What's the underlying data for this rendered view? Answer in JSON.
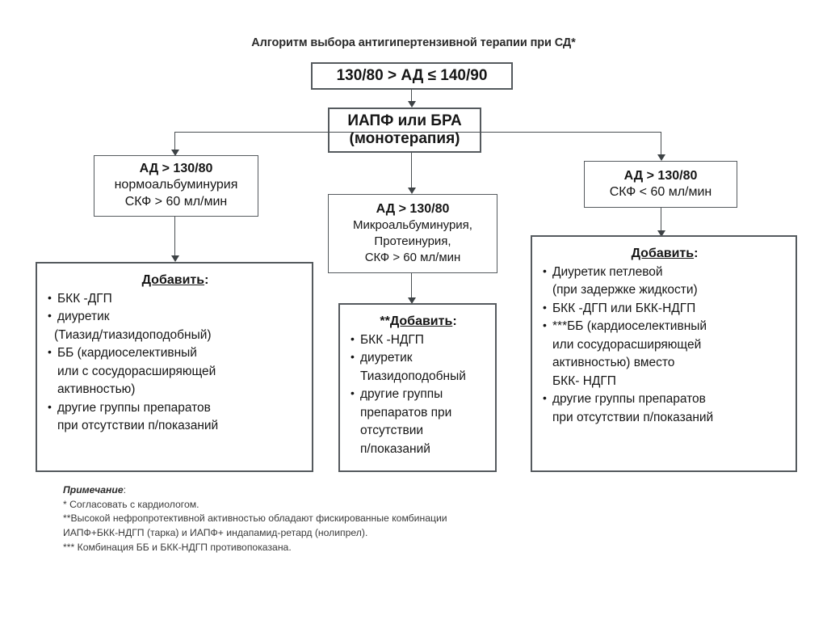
{
  "title": "Алгоритм выбора антигипертензивной терапии при СД*",
  "nodes": {
    "bp_range": {
      "line1": "130/80 > АД ≤ 140/90"
    },
    "monotherapy": {
      "line1": "ИАПФ или БРА",
      "line2": "(монотерапия)"
    },
    "branch_left": {
      "line1": "АД > 130/80",
      "line2": "нормоальбуминурия",
      "line3": "СКФ > 60 мл/мин"
    },
    "branch_mid": {
      "line1": "АД > 130/80",
      "line2": "Микроальбуминурия,",
      "line3": "Протеинурия,",
      "line4": "СКФ > 60 мл/мин"
    },
    "branch_right": {
      "line1": "АД > 130/80",
      "line2": "СКФ < 60 мл/мин"
    },
    "add_left": {
      "title_prefix": "",
      "title_word": "Добавить",
      "title_colon": ":",
      "items": [
        {
          "bullet": true,
          "text": "БКК -ДГП"
        },
        {
          "bullet": true,
          "text": "диуретик"
        },
        {
          "bullet": false,
          "flush": true,
          "text": "(Тиазид/тиазидоподобный)"
        },
        {
          "bullet": true,
          "text": "ББ (кардиоселективный"
        },
        {
          "bullet": false,
          "text": "или с сосудорасширяющей"
        },
        {
          "bullet": false,
          "text": "активностью)"
        },
        {
          "bullet": true,
          "text": "другие группы препаратов"
        },
        {
          "bullet": false,
          "text": "при отсутствии п/показаний"
        }
      ]
    },
    "add_mid": {
      "title_prefix": "**",
      "title_word": "Добавить",
      "title_colon": ":",
      "items": [
        {
          "bullet": true,
          "text": "БКК -НДГП"
        },
        {
          "bullet": true,
          "text": "диуретик"
        },
        {
          "bullet": false,
          "text": "Тиазидоподобный"
        },
        {
          "bullet": true,
          "text": "другие группы"
        },
        {
          "bullet": false,
          "text": "препаратов при"
        },
        {
          "bullet": false,
          "text": "отсутствии"
        },
        {
          "bullet": false,
          "text": "п/показаний"
        }
      ]
    },
    "add_right": {
      "title_prefix": "",
      "title_word": "Добавить",
      "title_colon": ":",
      "items": [
        {
          "bullet": true,
          "text": "Диуретик петлевой"
        },
        {
          "bullet": false,
          "text": "(при задержке жидкости)"
        },
        {
          "bullet": true,
          "text": "БКК -ДГП или БКК-НДГП"
        },
        {
          "bullet": true,
          "text": "***ББ (кардиоселективный"
        },
        {
          "bullet": false,
          "text": "или сосудорасширяющей"
        },
        {
          "bullet": false,
          "text": "активностью) вместо"
        },
        {
          "bullet": false,
          "text": "БКК- НДГП"
        },
        {
          "bullet": true,
          "text": "другие группы препаратов"
        },
        {
          "bullet": false,
          "text": "при отсутствии п/показаний"
        }
      ]
    }
  },
  "notes": {
    "heading": "Примечание",
    "heading_colon": ":",
    "lines": [
      "* Согласовать с кардиологом.",
      "**Высокой нефропротективной активностью обладают фискированные комбинации",
      "ИАПФ+БКК-НДГП (тарка) и ИАПФ+ индапамид-ретард (нолипрел).",
      "*** Комбинация ББ и БКК-НДГП противопоказана."
    ]
  },
  "colors": {
    "border": "#555a5e",
    "connector": "#4a4f52",
    "text": "#161616",
    "note_text": "#3a3a3a",
    "background": "#ffffff"
  }
}
